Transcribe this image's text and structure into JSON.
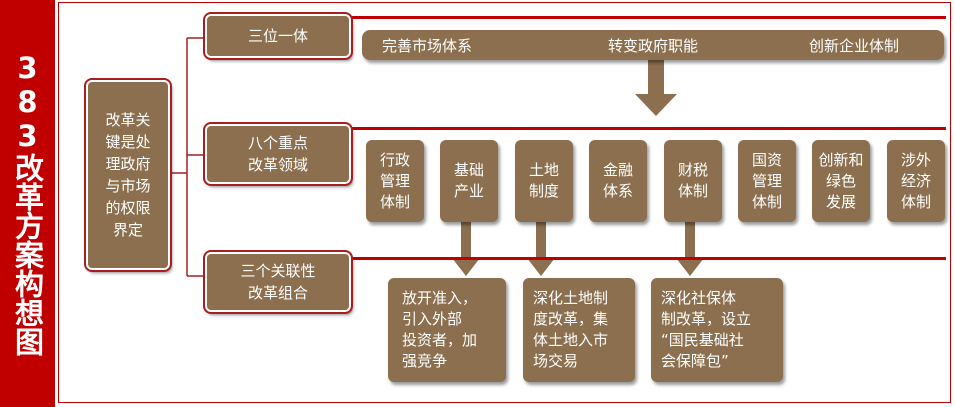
{
  "title": "383改革方案构想图",
  "root": {
    "lines": [
      "改革关",
      "键是处",
      "理政府",
      "与市场",
      "的权限",
      "界定"
    ]
  },
  "branches": [
    {
      "lines": [
        "三位一体"
      ]
    },
    {
      "lines": [
        "八个重点",
        "改革领域"
      ]
    },
    {
      "lines": [
        "三个关联性",
        "改革组合"
      ]
    }
  ],
  "goals": [
    "完善市场体系",
    "转变政府职能",
    "创新企业体制"
  ],
  "areas": [
    "行政\n管理\n体制",
    "基础\n产业",
    "土地\n制度",
    "金融\n体系",
    "财税\n体制",
    "国资\n管理\n体制",
    "创新和\n绿色\n发展",
    "涉外\n经济\n体制"
  ],
  "combos": [
    "放开准入，\n引入外部\n投资者，加\n强竞争",
    "深化土地制\n度改革，集\n体土地入市\n场交易",
    "深化社保体\n制改革，设立\n“国民基础社\n会保障包”"
  ],
  "colors": {
    "accent_red": "#c00000",
    "box_brown": "#8b6f4e"
  }
}
